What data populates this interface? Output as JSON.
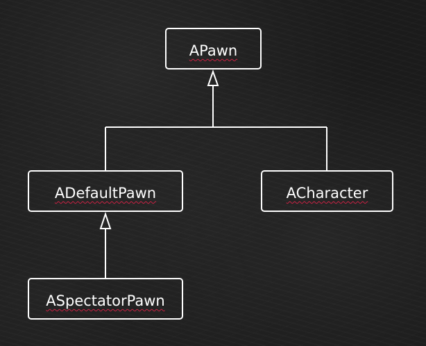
{
  "diagram": {
    "nodes": [
      {
        "id": "apawn",
        "label": "APawn"
      },
      {
        "id": "adefaultpawn",
        "label": "ADefaultPawn"
      },
      {
        "id": "acharacter",
        "label": "ACharacter"
      },
      {
        "id": "aspectatorpawn",
        "label": "ASpectatorPawn"
      }
    ],
    "edges": [
      {
        "from": "adefaultpawn",
        "to": "apawn",
        "type": "inheritance"
      },
      {
        "from": "acharacter",
        "to": "apawn",
        "type": "inheritance"
      },
      {
        "from": "aspectatorpawn",
        "to": "adefaultpawn",
        "type": "inheritance"
      }
    ],
    "colors": {
      "background": "#1b1b1b",
      "stroke": "#ffffff",
      "spellcheck_underline": "#cc2244"
    }
  }
}
